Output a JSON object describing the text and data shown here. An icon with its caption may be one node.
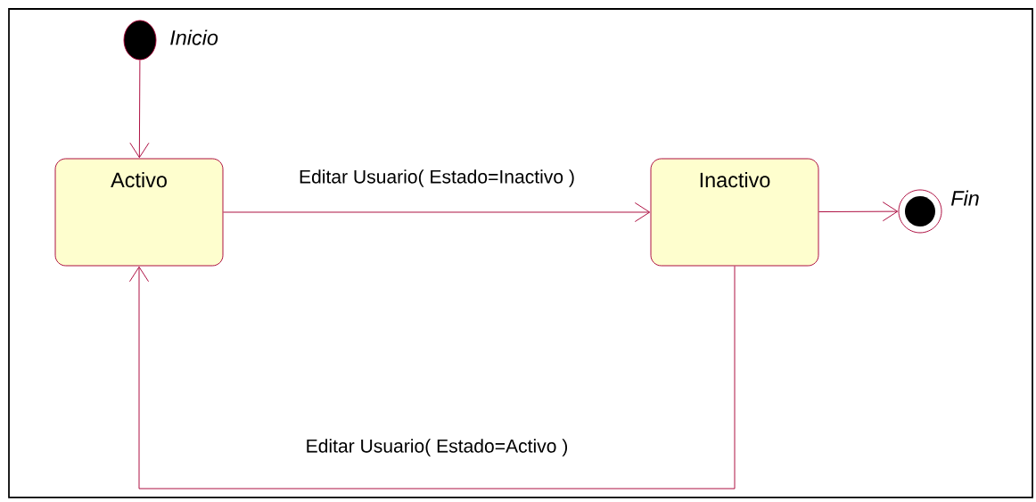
{
  "diagram": {
    "nodes": [
      {
        "text": [],
        "shape": "circle",
        "beside": [
          "Inicio"
        ]
      },
      {
        "text": [
          "Activo"
        ]
      },
      {
        "text": [
          "Inactivo"
        ]
      },
      {
        "text": [],
        "shape": "circle",
        "beside": [
          "Fin"
        ]
      }
    ],
    "edges": [
      {
        "from": 0,
        "to": 1,
        "arrow": "to"
      },
      {
        "from": 1,
        "to": 2,
        "arrow": "to",
        "label": "Editar Usuario( Estado=Inactivo )"
      },
      {
        "from": 2,
        "to": 3,
        "arrow": "to"
      },
      {
        "from": 2,
        "to": 1,
        "arrow": "to",
        "label": "Editar Usuario( Estado=Activo )"
      }
    ]
  }
}
